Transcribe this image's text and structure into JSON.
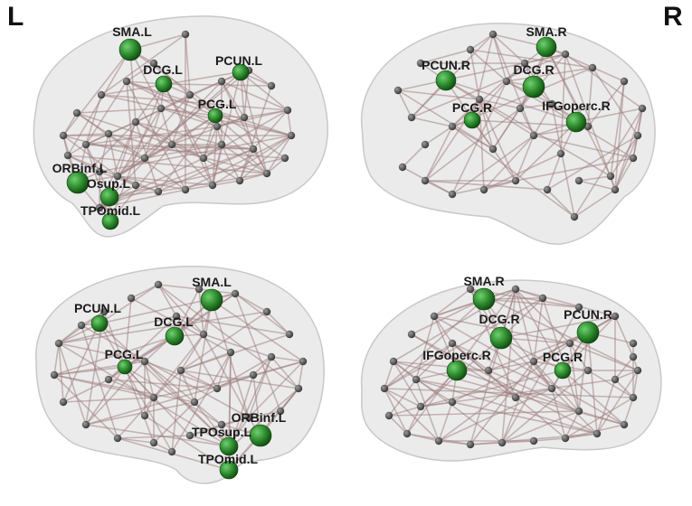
{
  "hemisphere_labels": {
    "left": "L",
    "right": "R"
  },
  "colors": {
    "brain": "#e4e4e4",
    "brain_edge": "#c8c8c8",
    "edge": "#9c7a7a",
    "node": "#5a5a5a",
    "hub": "#2e8b2e"
  },
  "views": [
    {
      "id": "left-lateral",
      "hubs": [
        "SMA.L",
        "DCG.L",
        "PCUN.L",
        "PCG.L",
        "ORBinf.L",
        "Osup.L",
        "TPOmid.L"
      ]
    },
    {
      "id": "right-medial",
      "hubs": [
        "SMA.R",
        "PCUN.R",
        "DCG.R",
        "PCG.R",
        "IFGoperc.R"
      ]
    },
    {
      "id": "left-medial",
      "hubs": [
        "SMA.L",
        "PCUN.L",
        "DCG.L",
        "PCG.L",
        "ORBinf.L",
        "TPOsup.L",
        "TPOmid.L"
      ]
    },
    {
      "id": "right-lateral",
      "hubs": [
        "SMA.R",
        "DCG.R",
        "PCUN.R",
        "IFGoperc.R",
        "PCG.R"
      ]
    }
  ]
}
